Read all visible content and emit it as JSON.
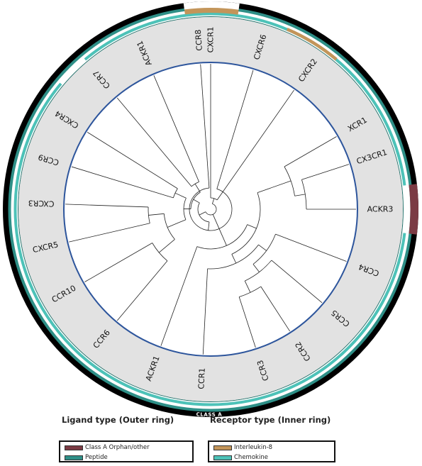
{
  "receptors": [
    {
      "name": "CXCR1"
    },
    {
      "name": "CXCR2"
    },
    {
      "name": "XCR1"
    },
    {
      "name": "CX3CR1"
    },
    {
      "name": "ACKR3"
    },
    {
      "name": "CCR4"
    },
    {
      "name": "CCR5"
    },
    {
      "name": "CCR2"
    },
    {
      "name": "CCR3"
    },
    {
      "name": "CCR1"
    },
    {
      "name": "ACKR1"
    },
    {
      "name": "CCR6"
    },
    {
      "name": "CCR10"
    },
    {
      "name": "CXCR5"
    },
    {
      "name": "CXCR3"
    },
    {
      "name": "CCR9"
    },
    {
      "name": "CXCR4"
    },
    {
      "name": "CCR7"
    },
    {
      "name": "ACKR1"
    },
    {
      "name": "CCR8"
    },
    {
      "name": "CXCR6"
    }
  ],
  "class_label": "CLASS A",
  "legend": {
    "ligand": {
      "title": "Ligand type (Outer ring)",
      "items": [
        {
          "label": "Class A Orphan/other",
          "color": "#7b3b44"
        },
        {
          "label": "Peptide",
          "color": "#2e8f87"
        }
      ]
    },
    "receptor": {
      "title": "Receptor type (Inner ring)",
      "items": [
        {
          "label": "Interleukin-8",
          "color": "#c3955a"
        },
        {
          "label": "Chemokine",
          "color": "#4dc2b8"
        }
      ]
    }
  },
  "colors": {
    "orphan": "#7b3b44",
    "peptide": "#2e8f87",
    "interleukin8": "#c3955a",
    "chemokine": "#4dc2b8",
    "label_band": "#e2e2e2",
    "inner_circle": "#2d559c",
    "outer_ring": "#000000"
  }
}
